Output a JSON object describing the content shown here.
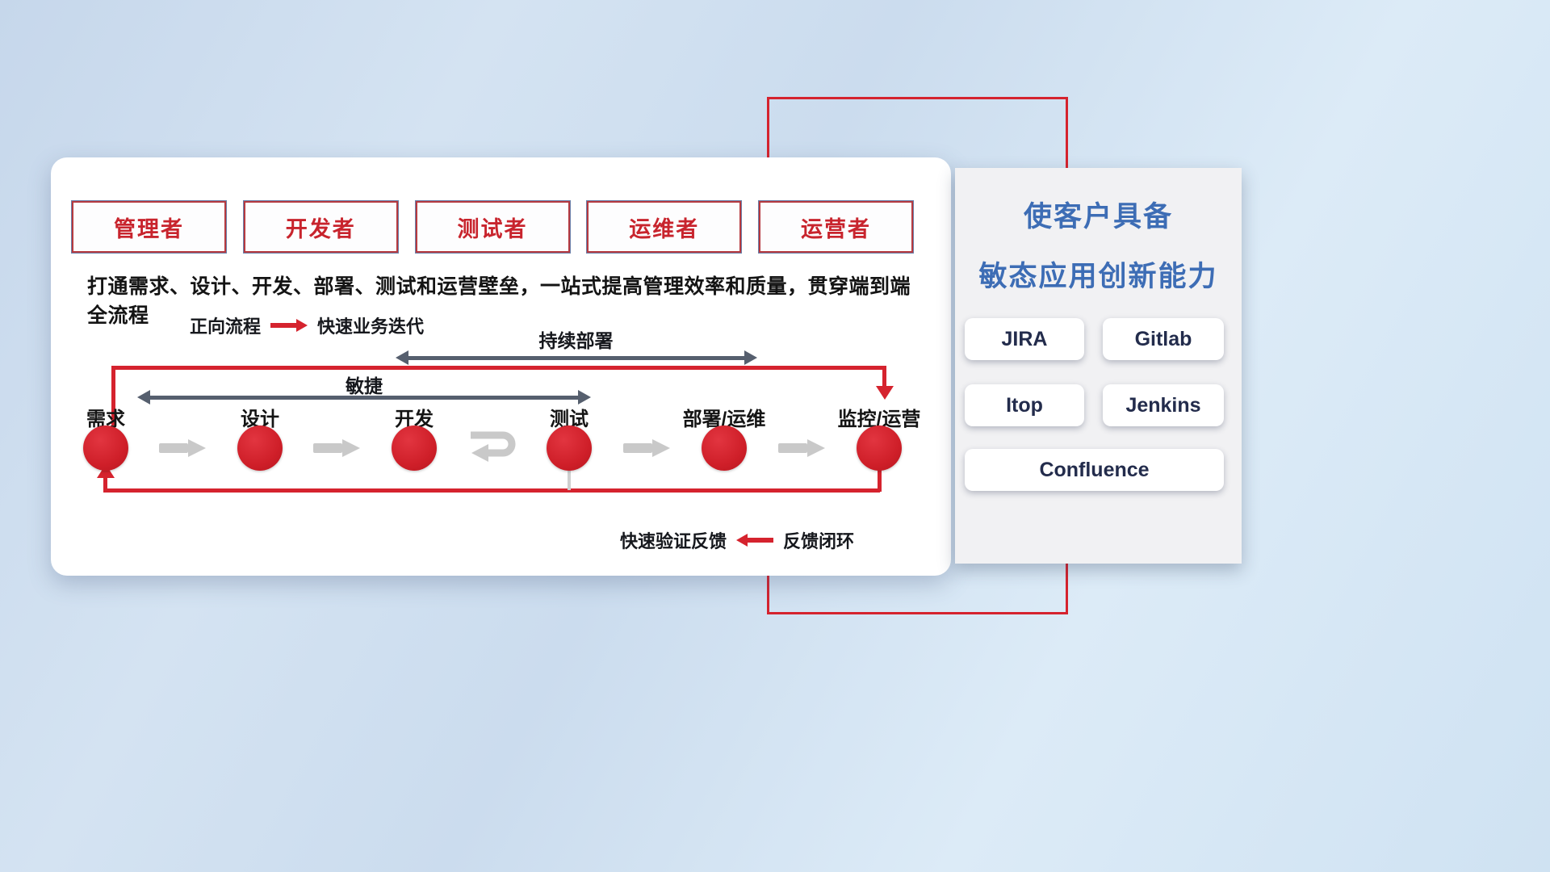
{
  "roles": [
    "管理者",
    "开发者",
    "测试者",
    "运维者",
    "运营者"
  ],
  "subtitle": "打通需求、设计、开发、部署、测试和运营壁垒，一站式提高管理效率和质量，贯穿端到端全流程",
  "legend_forward": {
    "label": "正向流程",
    "desc": "快速业务迭代"
  },
  "legend_feedback": {
    "desc": "快速验证反馈",
    "label": "反馈闭环"
  },
  "flow": {
    "nodes": [
      "需求",
      "设计",
      "开发",
      "测试",
      "部署/运维",
      "监控/运营"
    ],
    "agile_label": "敏捷",
    "cd_label": "持续部署"
  },
  "right_panel": {
    "title_line1": "使客户具备",
    "title_line2": "敏态应用创新能力",
    "tools": [
      "JIRA",
      "Gitlab",
      "Itop",
      "Jenkins",
      "Confluence"
    ]
  },
  "colors": {
    "accent_red": "#d5232e",
    "title_blue": "#3d6db5",
    "role_text_red": "#c8242d",
    "span_arrow_gray": "#565f6e",
    "flow_arrow_gray": "#c9c9c9"
  }
}
